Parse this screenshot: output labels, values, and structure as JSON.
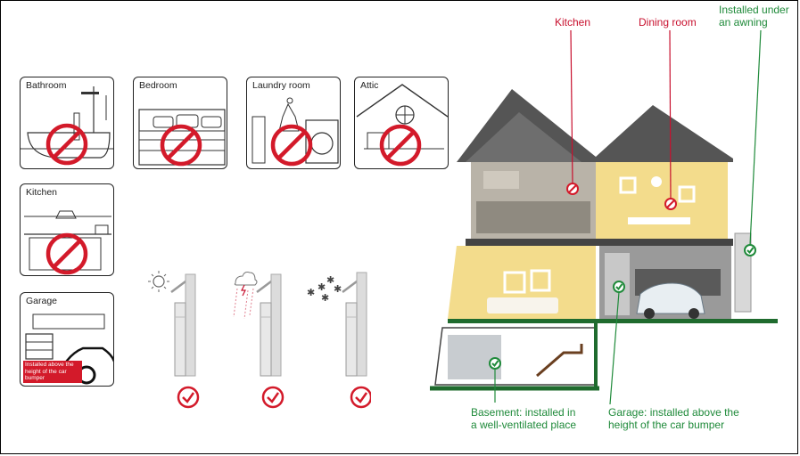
{
  "room_cards": [
    {
      "title": "Bathroom"
    },
    {
      "title": "Bedroom"
    },
    {
      "title": "Laundry room"
    },
    {
      "title": "Attic"
    },
    {
      "title": "Kitchen"
    },
    {
      "title": "Garage",
      "note": "Installed above the height of the car bumper"
    }
  ],
  "weather_icons": [
    "sun-icon",
    "rain-lightning-icon",
    "snowflake-icon"
  ],
  "house_labels": {
    "kitchen": "Kitchen",
    "dining_room": "Dining room",
    "awning": "Installed under an awning",
    "basement": "Basement: installed in a well-ventilated place",
    "garage": "Garage: installed above the height of the car bumper"
  },
  "colors": {
    "prohibited": "#d31a2a",
    "allowed": "#1f8a3a",
    "wall_yellow": "#f3dc8c",
    "roof_gray": "#555555"
  }
}
